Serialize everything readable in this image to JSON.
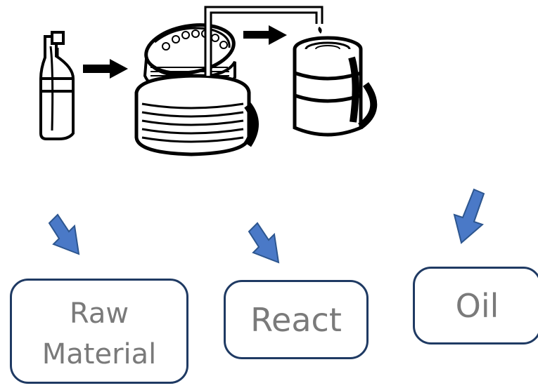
{
  "diagram": {
    "steps": [
      {
        "label": "Raw\nMaterial"
      },
      {
        "label": "React"
      },
      {
        "label": "Oil"
      }
    ]
  },
  "colors": {
    "box_border": "#1f3a63",
    "box_text": "#7a7a7a",
    "arrow_fill": "#4a79c7",
    "arrow_stroke": "#2d568f",
    "illustration_ink": "#000000"
  }
}
